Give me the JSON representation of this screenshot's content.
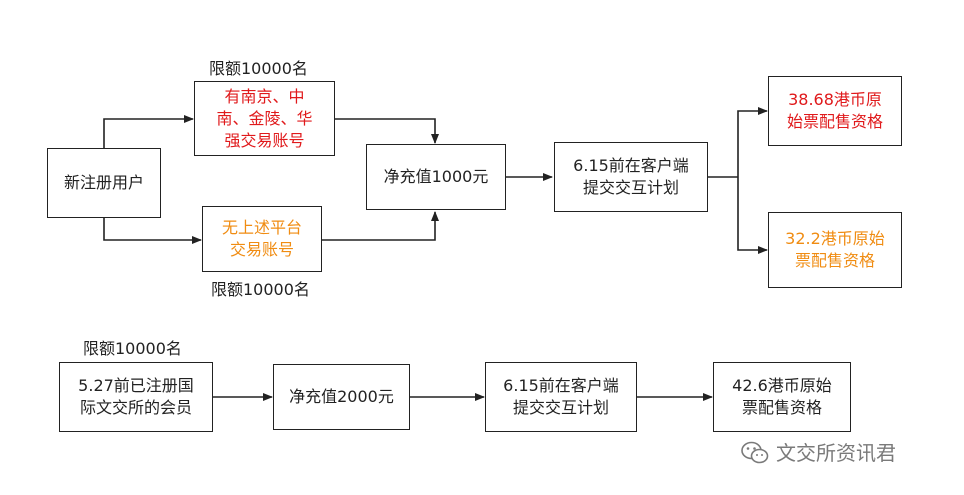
{
  "top_flow": {
    "quota_above": "限额10000名",
    "quota_below": "限额10000名",
    "new_user": "新注册用户",
    "platform_accounts": "有南京、中\n南、金陵、华\n强交易账号",
    "no_platform_accounts": "无上述平台\n交易账号",
    "net_deposit": "净充值1000元",
    "submit_plan": "6.15前在客户端\n提交交互计划",
    "allocation_a": "38.68港币原\n始票配售资格",
    "allocation_b": "32.2港币原始\n票配售资格"
  },
  "bottom_flow": {
    "quota": "限额10000名",
    "registered_member": "5.27前已注册国\n际文交所的会员",
    "net_deposit": "净充值2000元",
    "submit_plan": "6.15前在客户端\n提交交互计划",
    "allocation": "42.6港币原始\n票配售资格"
  },
  "watermark": {
    "text": "文交所资讯君",
    "icon": "wechat-icon"
  },
  "colors": {
    "line": "#222222",
    "red": "#e0191b",
    "orange": "#f08c12",
    "watermark": "#7a7a7a"
  }
}
